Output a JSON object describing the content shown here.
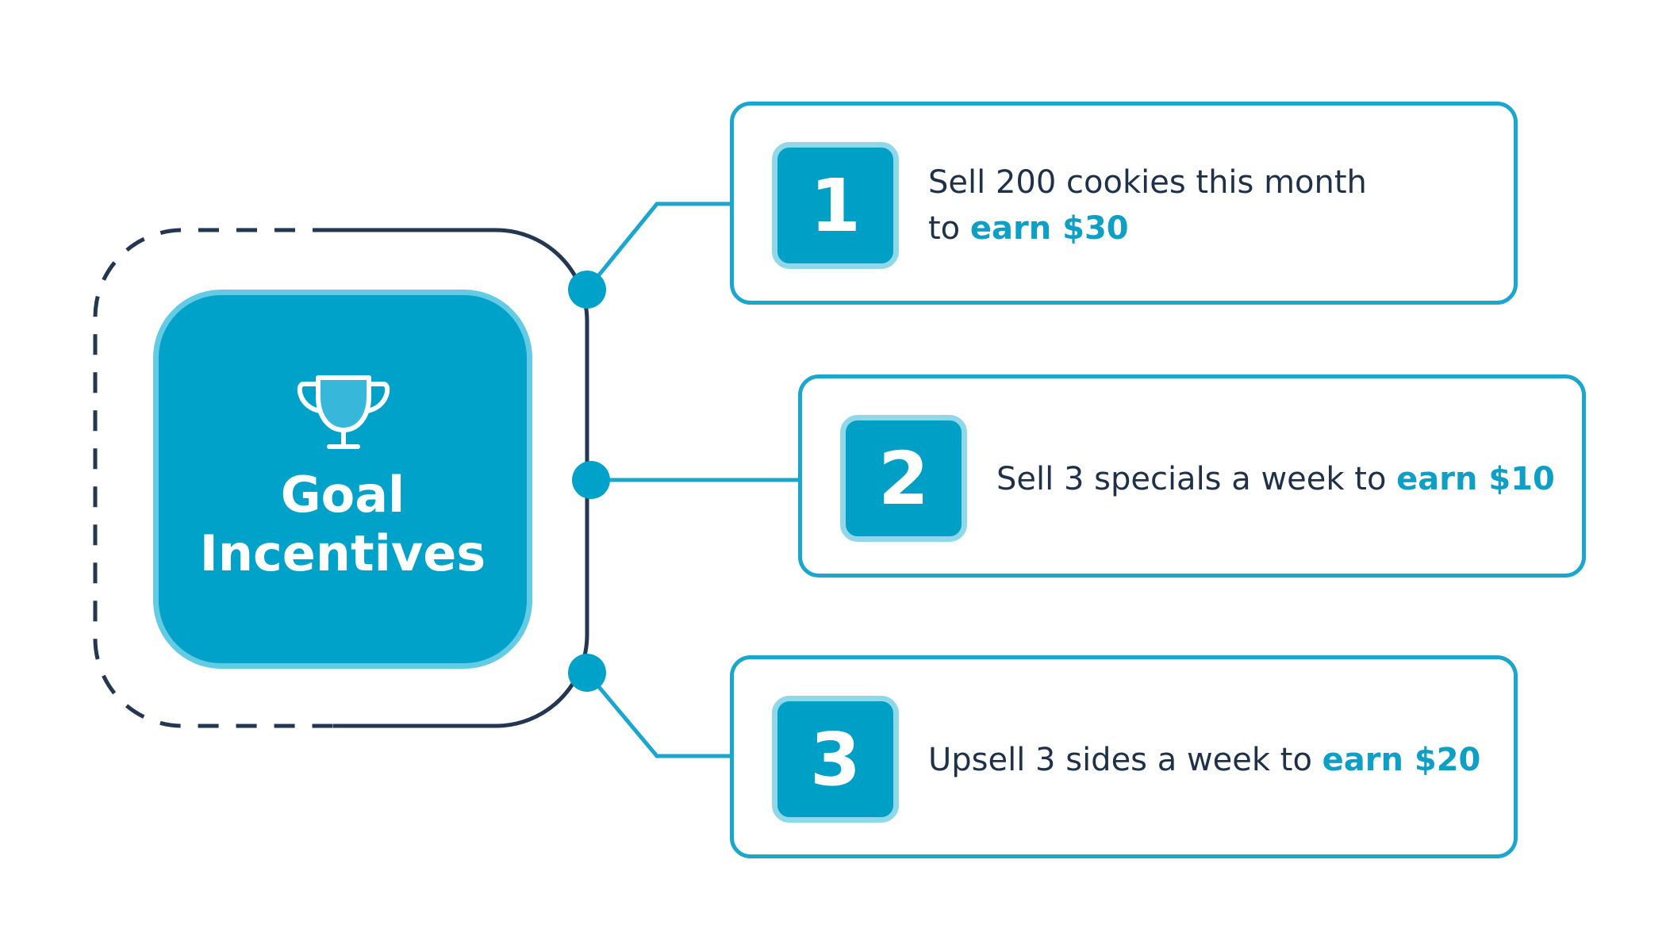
{
  "hub": {
    "title_line1": "Goal",
    "title_line2": "Incentives",
    "icon": "trophy-icon"
  },
  "goals": [
    {
      "number": "1",
      "text_line1": "Sell 200 cookies this month",
      "text_prefix": "to ",
      "earn": "earn $30"
    },
    {
      "number": "2",
      "text_prefix": "Sell 3 specials a week to ",
      "earn": "earn $10"
    },
    {
      "number": "3",
      "text_prefix": "Upsell 3 sides a week to ",
      "earn": "earn $20"
    }
  ],
  "colors": {
    "primary": "#00a2c9",
    "primary_light": "#63cbe3",
    "accent_text": "#0d9fc6",
    "dark_text": "#1f3149",
    "connector": "#233652",
    "card_border": "#1aa6cd"
  }
}
